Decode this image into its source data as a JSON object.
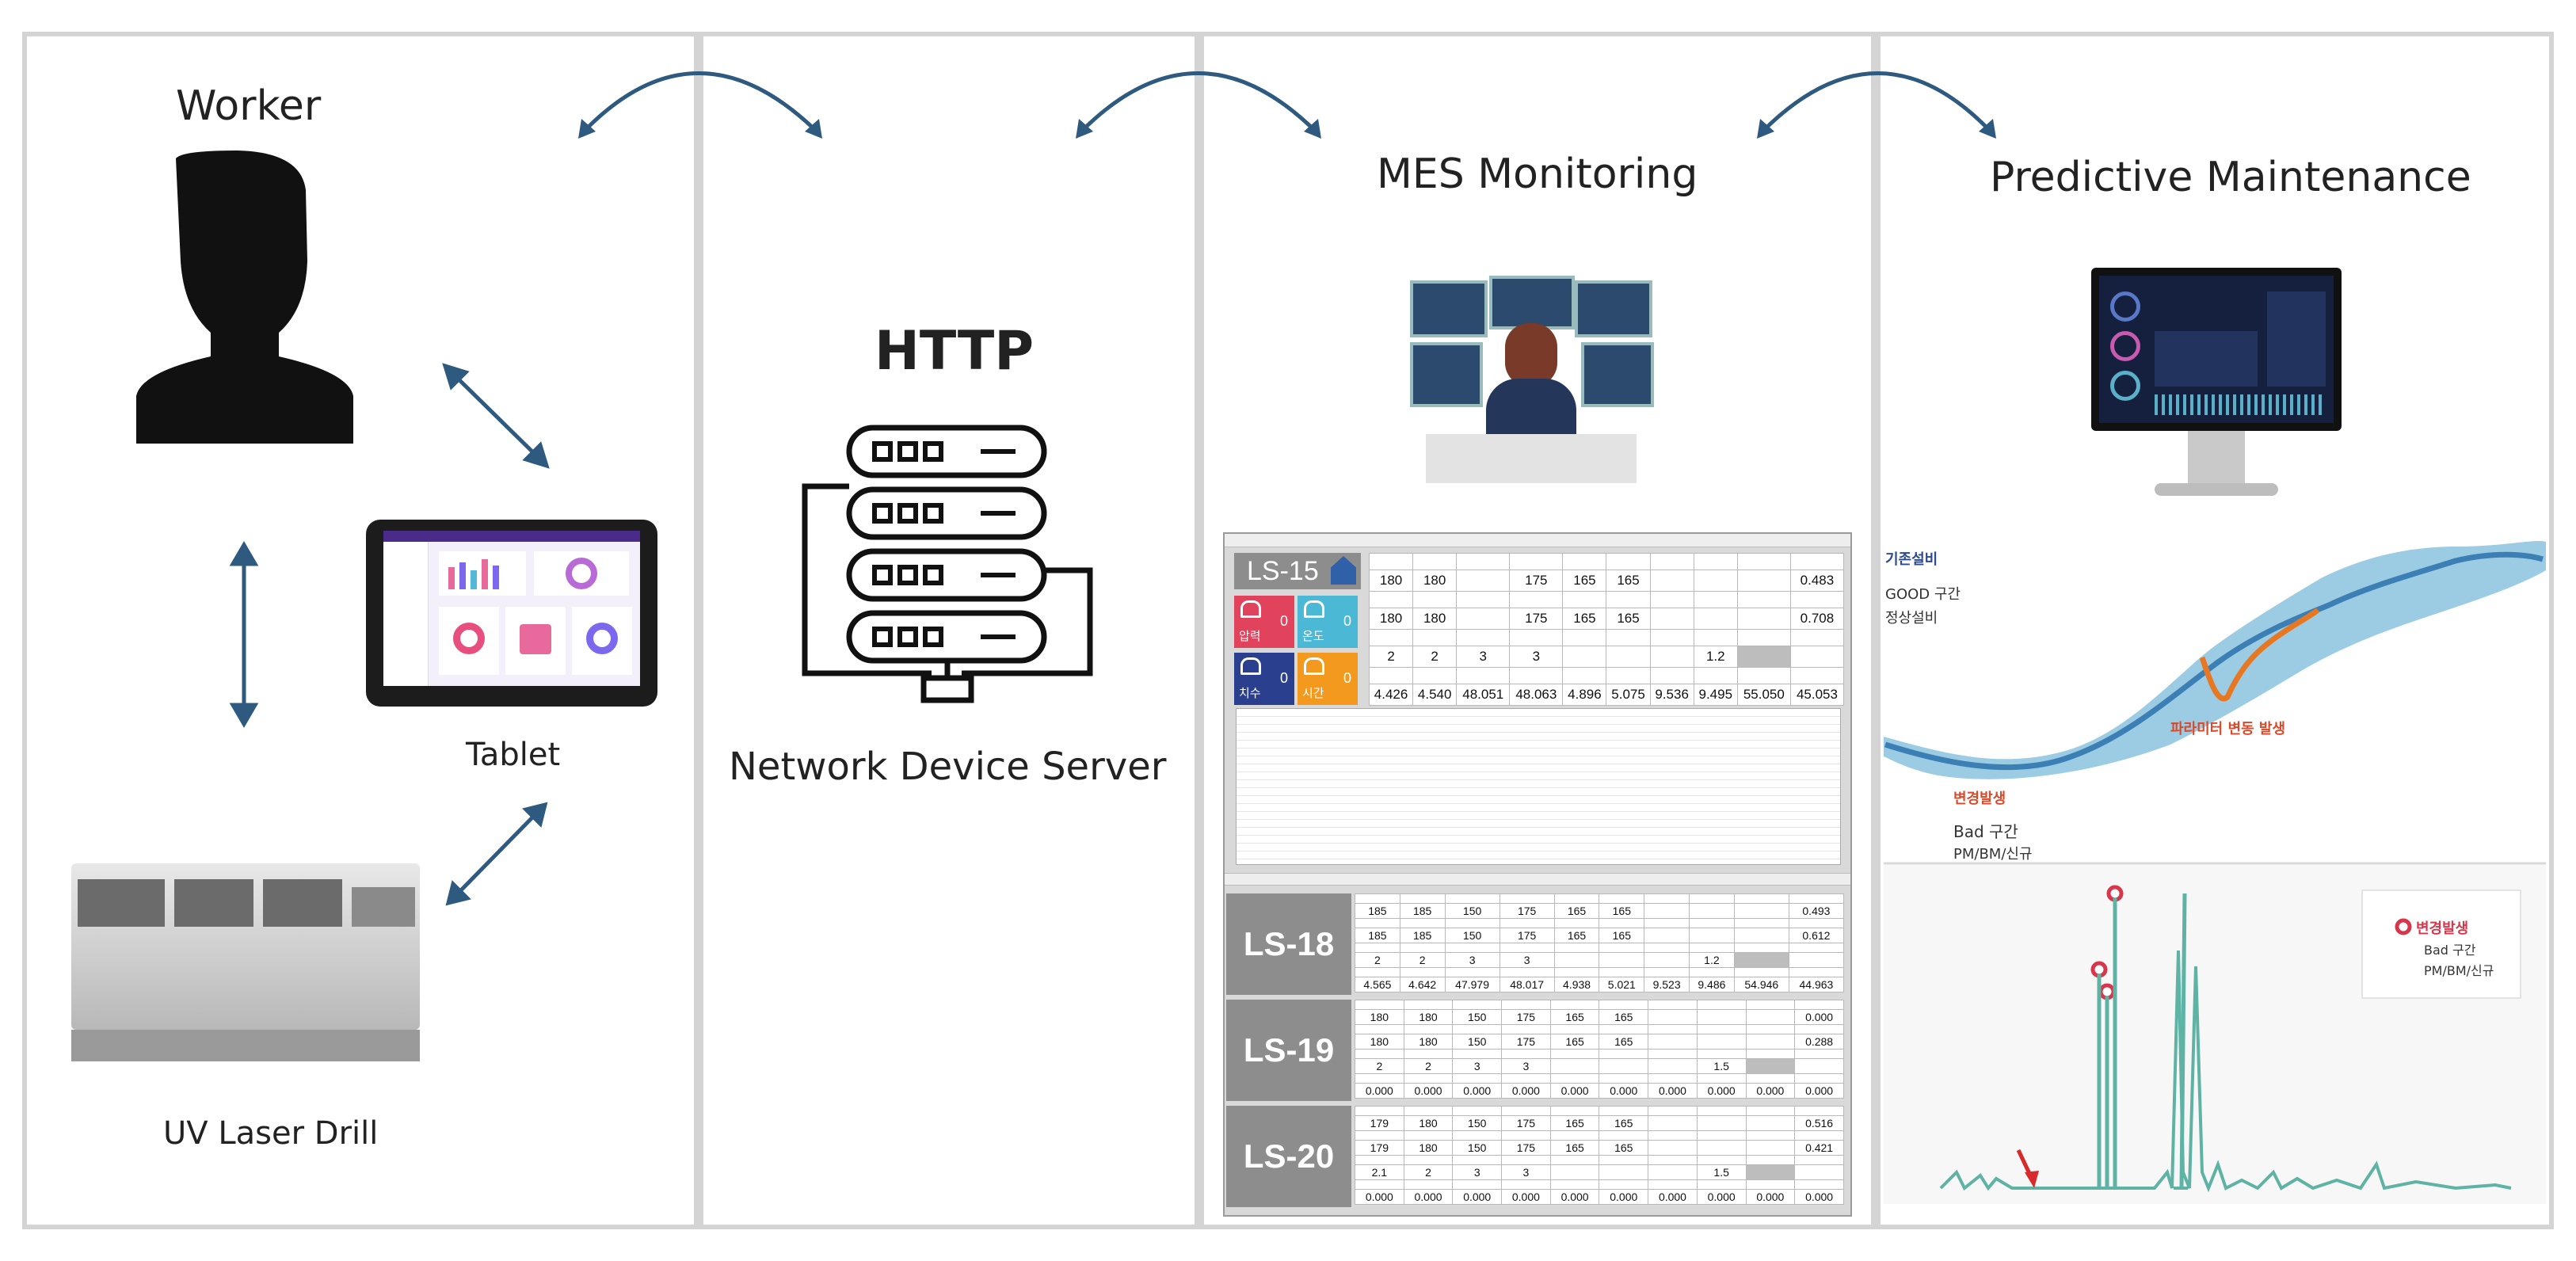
{
  "worker": {
    "title": "Worker"
  },
  "tablet": {
    "label": "Tablet"
  },
  "drill": {
    "label": "UV Laser Drill"
  },
  "server": {
    "protocol": "HTTP",
    "label": "Network Device Server"
  },
  "mes": {
    "title": "MES Monitoring",
    "ls15": {
      "id": "LS-15",
      "tiles": [
        {
          "label": "압력",
          "value": "0",
          "color": "#e0435b",
          "icon": "gauge-icon"
        },
        {
          "label": "온도",
          "value": "0",
          "color": "#4bb9d6",
          "icon": "thermometer-icon"
        },
        {
          "label": "치수",
          "value": "0",
          "color": "#2b3f8f",
          "icon": "ruler-icon"
        },
        {
          "label": "시간",
          "value": "0",
          "color": "#f39a1e",
          "icon": "clock-icon"
        }
      ],
      "rows": [
        [
          "180",
          "180",
          "",
          "175",
          "165",
          "165",
          "",
          "",
          "",
          "0.483"
        ],
        [
          "180",
          "180",
          "",
          "175",
          "165",
          "165",
          "",
          "",
          "",
          "0.708"
        ],
        [
          "2",
          "2",
          "3",
          "3",
          "",
          "",
          "",
          "1.2",
          "",
          ""
        ],
        [
          "4.426",
          "4.540",
          "48.051",
          "48.063",
          "4.896",
          "5.075",
          "9.536",
          "9.495",
          "55.050",
          "45.053"
        ]
      ]
    },
    "machines": [
      {
        "id": "LS-18",
        "rows": [
          [
            "185",
            "185",
            "150",
            "175",
            "165",
            "165",
            "",
            "",
            "",
            "0.493"
          ],
          [
            "185",
            "185",
            "150",
            "175",
            "165",
            "165",
            "",
            "",
            "",
            "0.612"
          ],
          [
            "2",
            "2",
            "3",
            "3",
            "",
            "",
            "",
            "1.2",
            "",
            ""
          ],
          [
            "4.565",
            "4.642",
            "47.979",
            "48.017",
            "4.938",
            "5.021",
            "9.523",
            "9.486",
            "54.946",
            "44.963"
          ]
        ]
      },
      {
        "id": "LS-19",
        "rows": [
          [
            "180",
            "180",
            "150",
            "175",
            "165",
            "165",
            "",
            "",
            "",
            "0.000"
          ],
          [
            "180",
            "180",
            "150",
            "175",
            "165",
            "165",
            "",
            "",
            "",
            "0.288"
          ],
          [
            "2",
            "2",
            "3",
            "3",
            "",
            "",
            "",
            "1.5",
            "",
            ""
          ],
          [
            "0.000",
            "0.000",
            "0.000",
            "0.000",
            "0.000",
            "0.000",
            "0.000",
            "0.000",
            "0.000",
            "0.000"
          ]
        ]
      },
      {
        "id": "LS-20",
        "rows": [
          [
            "179",
            "180",
            "150",
            "175",
            "165",
            "165",
            "",
            "",
            "",
            "0.516"
          ],
          [
            "179",
            "180",
            "150",
            "175",
            "165",
            "165",
            "",
            "",
            "",
            "0.421"
          ],
          [
            "2.1",
            "2",
            "3",
            "3",
            "",
            "",
            "",
            "1.5",
            "",
            ""
          ],
          [
            "0.000",
            "0.000",
            "0.000",
            "0.000",
            "0.000",
            "0.000",
            "0.000",
            "0.000",
            "0.000",
            "0.000"
          ]
        ]
      }
    ]
  },
  "pm": {
    "title": "Predictive Maintenance",
    "line": {
      "existing": "기존설비",
      "good": "GOOD 구간",
      "normal": "정상설비",
      "param": "파라미터 변동 발생",
      "change": "변경발생",
      "bad": "Bad 구간",
      "pmbm": "PM/BM/신규"
    },
    "legend": {
      "title": "변경발생",
      "bad": "Bad 구간",
      "pmbm": "PM/BM/신규"
    }
  },
  "colors": {
    "arrow": "#2f5a80",
    "panel_border": "#d4d4d4",
    "teal": "#5fb3a4",
    "orange": "#e87722",
    "blue": "#3c7fb5",
    "lightblue": "#8ac3de"
  }
}
